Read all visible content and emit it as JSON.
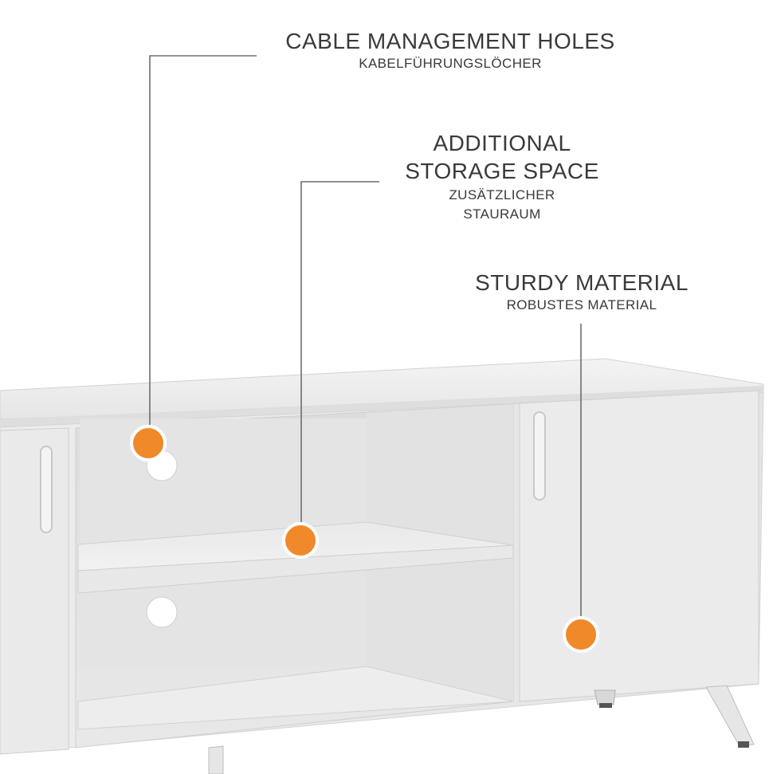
{
  "callouts": {
    "cable": {
      "title": "CABLE MANAGEMENT HOLES",
      "subtitle": "KABELFÜHRUNGSLÖCHER"
    },
    "storage": {
      "title_line1": "ADDITIONAL",
      "title_line2": "STORAGE SPACE",
      "subtitle_line1": "ZUSÄTZLICHER",
      "subtitle_line2": "STAURAUM"
    },
    "material": {
      "title": "STURDY MATERIAL",
      "subtitle": "ROBUSTES MATERIAL"
    }
  },
  "colors": {
    "marker": "#f0892a",
    "leader_line": "#6e6e6e",
    "text": "#3a3a3a",
    "furniture": "#e9eaea"
  }
}
